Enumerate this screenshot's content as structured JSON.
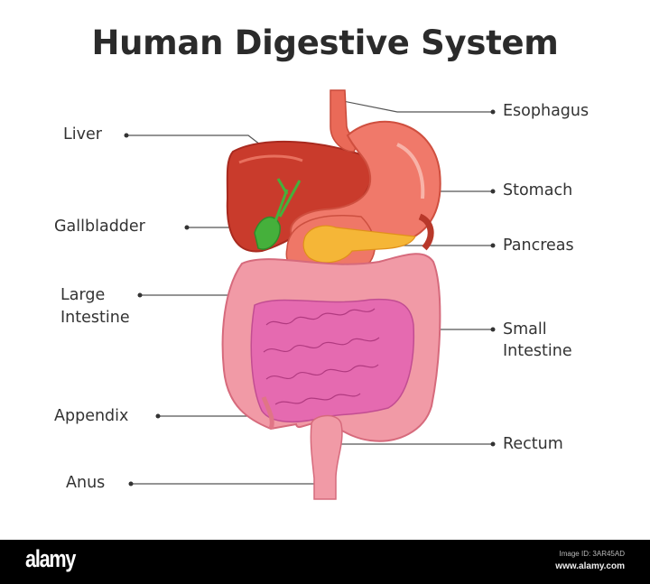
{
  "title": "Human Digestive System",
  "labels": {
    "liver": "Liver",
    "gallbladder": "Gallbladder",
    "large_intestine_1": "Large",
    "large_intestine_2": "Intestine",
    "appendix": "Appendix",
    "anus": "Anus",
    "esophagus": "Esophagus",
    "stomach": "Stomach",
    "pancreas": "Pancreas",
    "small_intestine_1": "Small",
    "small_intestine_2": "Intestine",
    "rectum": "Rectum"
  },
  "footer": {
    "brand": "alamy",
    "image_id": "Image ID: 3AR45AD",
    "site": "www.alamy.com"
  }
}
